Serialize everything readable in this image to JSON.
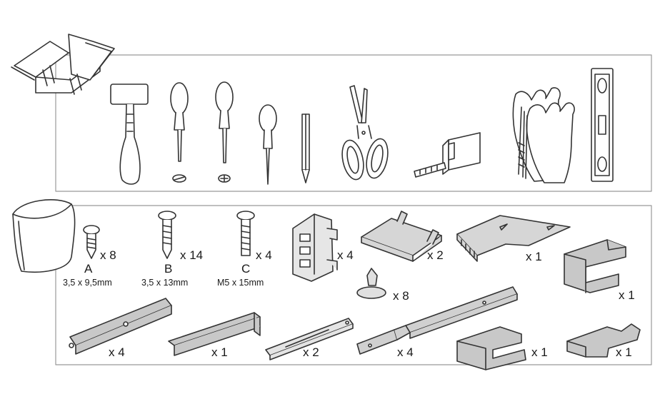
{
  "parts": [
    {
      "id": "screw-a",
      "letter": "A",
      "qty": "x 8",
      "size": "3,5 x 9,5mm"
    },
    {
      "id": "screw-b",
      "letter": "B",
      "qty": "x 14",
      "size": "3,5 x 13mm"
    },
    {
      "id": "screw-c",
      "letter": "C",
      "qty": "x 4",
      "size": "M5 x 15mm"
    },
    {
      "id": "bracket",
      "qty": "x 4"
    },
    {
      "id": "clip-plate",
      "qty": "x 2"
    },
    {
      "id": "comb-plate",
      "qty": "x 1"
    },
    {
      "id": "stop-block",
      "qty": "x 1"
    },
    {
      "id": "plug",
      "qty": "x 8"
    },
    {
      "id": "rail-long",
      "qty": "x 4"
    },
    {
      "id": "bar-angle",
      "qty": "x 1"
    },
    {
      "id": "runner",
      "qty": "x 2"
    },
    {
      "id": "slide",
      "qty": "x 4"
    },
    {
      "id": "step-block",
      "qty": "x 1"
    },
    {
      "id": "hook-block",
      "qty": "x 1"
    }
  ],
  "tools": [
    "toolbox-icon",
    "mallet-icon",
    "flat-screwdriver-icon",
    "phillips-screwdriver-icon",
    "awl-icon",
    "pencil-icon",
    "scissors-icon",
    "tape-measure-icon",
    "gloves-icon",
    "spirit-level-icon"
  ]
}
